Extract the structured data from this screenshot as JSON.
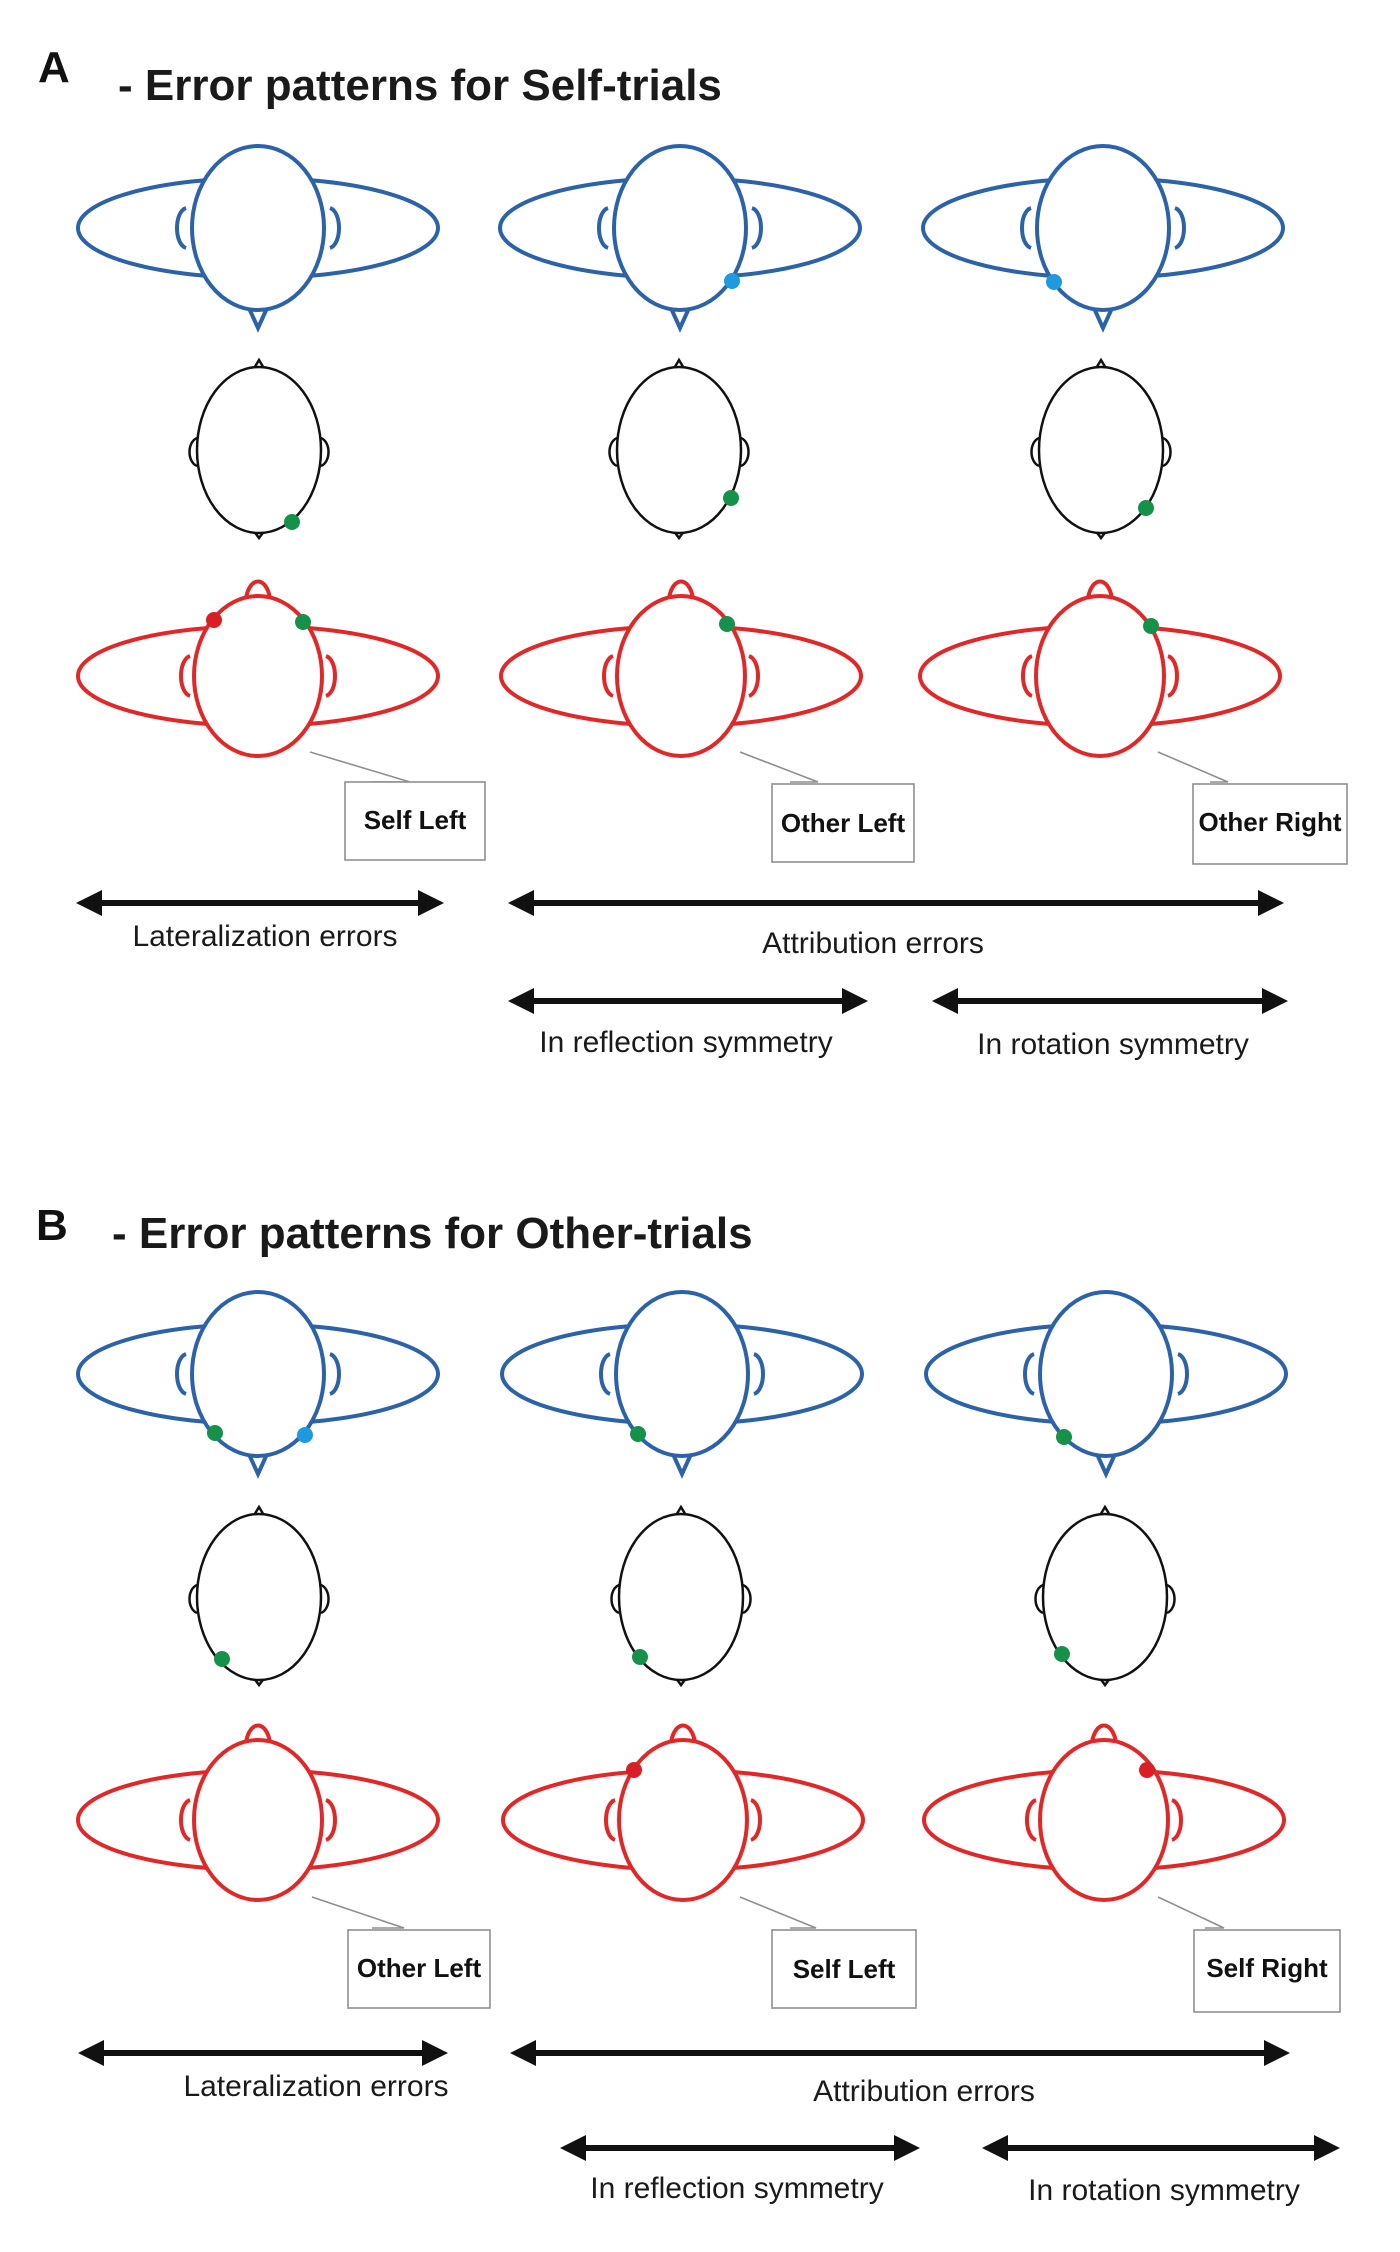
{
  "colors": {
    "blue_head": "#2b62a8",
    "black_head": "#111111",
    "red_head": "#e02828",
    "green_dot": "#16914a",
    "blue_dot": "#1e9be0",
    "red_dot": "#d81f26"
  },
  "panels": [
    {
      "letter": "A",
      "title": "- Error patterns for Self-trials",
      "columns": [
        {
          "callout": "Self Left"
        },
        {
          "callout": "Other Left"
        },
        {
          "callout": "Other Right"
        }
      ],
      "labels": {
        "lateralization": "Lateralization errors",
        "attribution": "Attribution errors",
        "reflection": "In reflection symmetry",
        "rotation": "In rotation symmetry"
      }
    },
    {
      "letter": "B",
      "title": "- Error patterns for Other-trials",
      "columns": [
        {
          "callout": "Other Left"
        },
        {
          "callout": "Self Left"
        },
        {
          "callout": "Self Right"
        }
      ],
      "labels": {
        "lateralization": "Lateralization errors",
        "attribution": "Attribution errors",
        "reflection": "In reflection symmetry",
        "rotation": "In rotation symmetry"
      }
    }
  ]
}
